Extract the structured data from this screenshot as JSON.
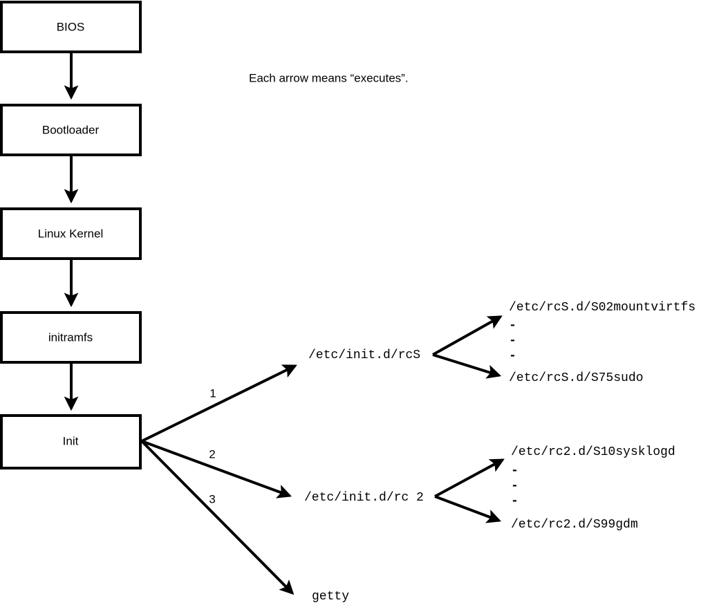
{
  "diagram": {
    "caption": "Each arrow means “executes”.",
    "stroke_color": "#000000",
    "background_color": "#ffffff",
    "box_fill_color": "#ffffff",
    "boot_chain": [
      {
        "label": "BIOS"
      },
      {
        "label": "Bootloader"
      },
      {
        "label": "Linux Kernel"
      },
      {
        "label": "initramfs"
      },
      {
        "label": "Init"
      }
    ],
    "init_branches": [
      {
        "number": "1",
        "label": "/etc/init.d/rcS"
      },
      {
        "number": "2",
        "label": "/etc/init.d/rc 2"
      },
      {
        "number": "3",
        "label": "getty"
      }
    ],
    "rcs_scripts": {
      "first": "/etc/rcS.d/S02mountvirtfs",
      "last": "/etc/rcS.d/S75sudo",
      "ellipsis": [
        "-",
        "-",
        "-"
      ]
    },
    "rc2_scripts": {
      "first": "/etc/rc2.d/S10sysklogd",
      "last": "/etc/rc2.d/S99gdm",
      "ellipsis": [
        "-",
        "-",
        "-"
      ]
    }
  }
}
